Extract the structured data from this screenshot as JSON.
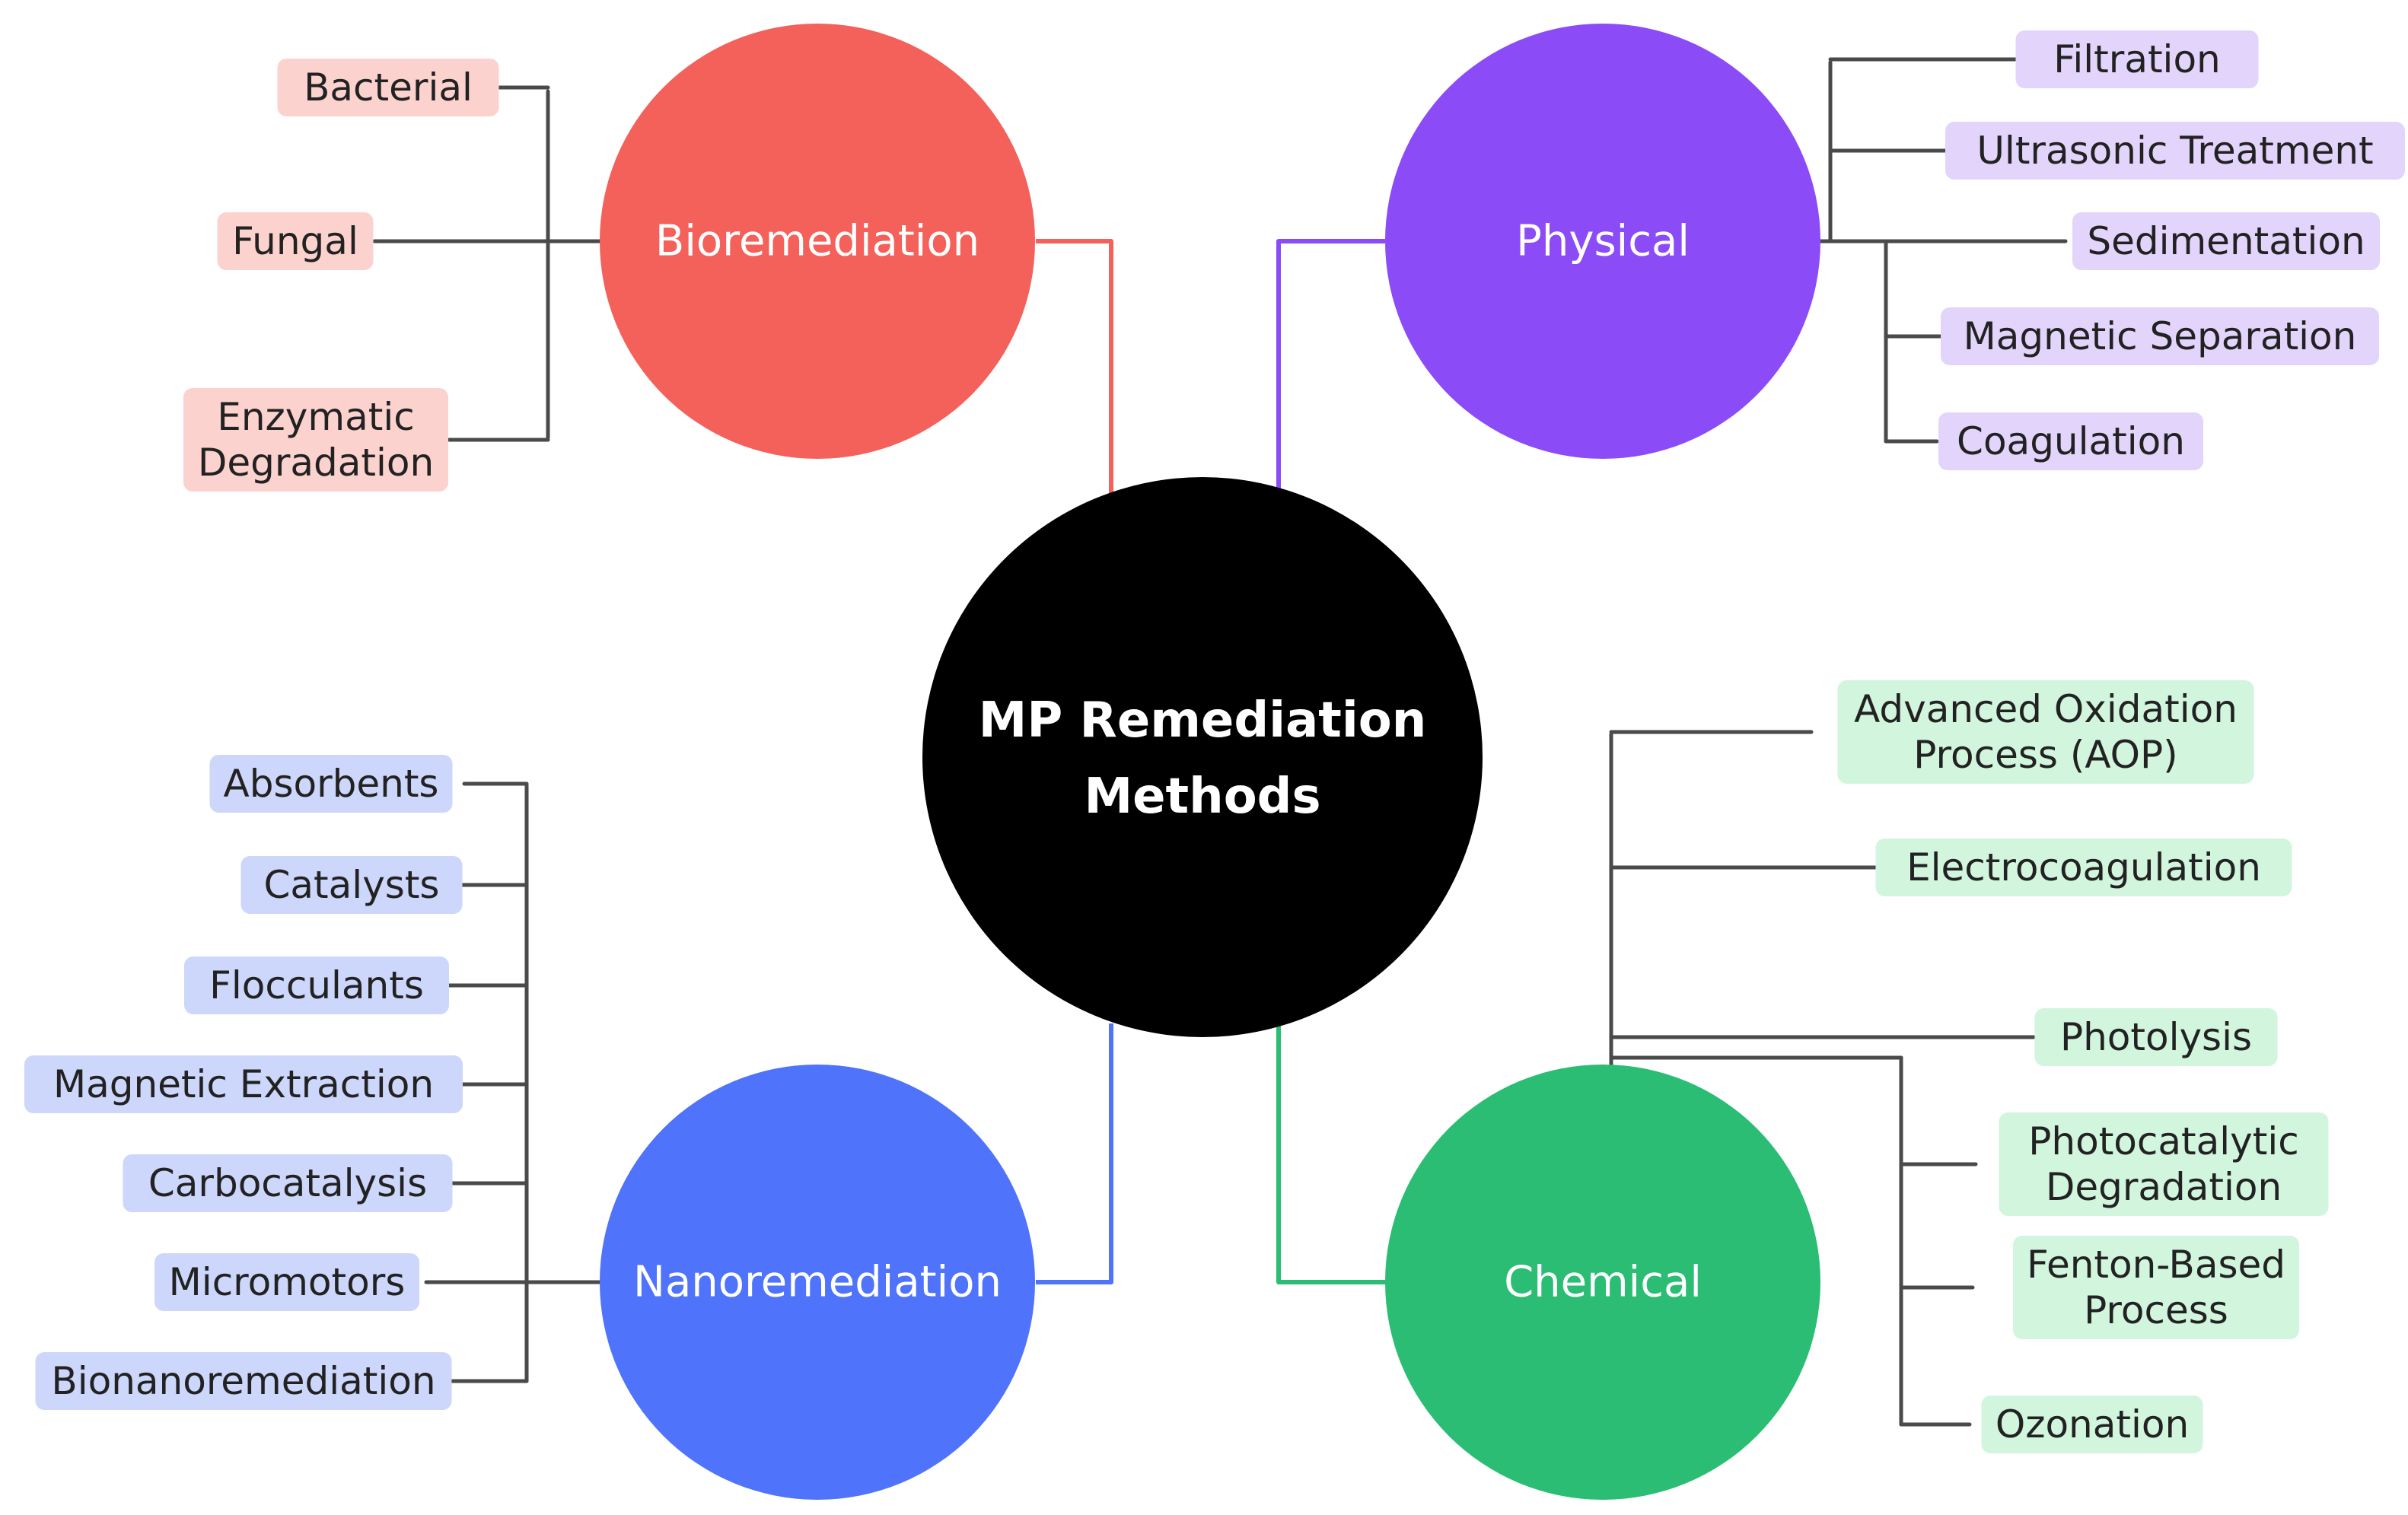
{
  "center": {
    "lines": [
      "MP Remediation",
      "Methods"
    ],
    "color": "#000000"
  },
  "branches": {
    "bio": {
      "label": "Bioremediation",
      "color": "#f4605a",
      "leaf_bg": "#fcd2cf",
      "leaves": [
        {
          "lines": [
            "Bacterial"
          ]
        },
        {
          "lines": [
            "Fungal"
          ]
        },
        {
          "lines": [
            "Enzymatic",
            "Degradation"
          ]
        }
      ]
    },
    "physical": {
      "label": "Physical",
      "color": "#8b4cf7",
      "leaf_bg": "#e3d4fb",
      "leaves": [
        {
          "lines": [
            "Filtration"
          ]
        },
        {
          "lines": [
            "Ultrasonic Treatment"
          ]
        },
        {
          "lines": [
            "Sedimentation"
          ]
        },
        {
          "lines": [
            "Magnetic Separation"
          ]
        },
        {
          "lines": [
            "Coagulation"
          ]
        }
      ]
    },
    "nano": {
      "label": "Nanoremediation",
      "color": "#4f73fa",
      "leaf_bg": "#cdd6fb",
      "leaves": [
        {
          "lines": [
            "Absorbents"
          ]
        },
        {
          "lines": [
            "Catalysts"
          ]
        },
        {
          "lines": [
            "Flocculants"
          ]
        },
        {
          "lines": [
            "Magnetic Extraction"
          ]
        },
        {
          "lines": [
            "Carbocatalysis"
          ]
        },
        {
          "lines": [
            "Micromotors"
          ]
        },
        {
          "lines": [
            "Bionanoremediation"
          ]
        }
      ]
    },
    "chemical": {
      "label": "Chemical",
      "color": "#2bbd73",
      "leaf_bg": "#d2f5de",
      "leaves": [
        {
          "lines": [
            "Advanced Oxidation",
            "Process (AOP)"
          ]
        },
        {
          "lines": [
            "Electrocoagulation"
          ]
        },
        {
          "lines": [
            "Photolysis"
          ]
        },
        {
          "lines": [
            "Photocatalytic",
            "Degradation"
          ]
        },
        {
          "lines": [
            "Fenton-Based",
            "Process"
          ]
        },
        {
          "lines": [
            "Ozonation"
          ]
        }
      ]
    }
  }
}
